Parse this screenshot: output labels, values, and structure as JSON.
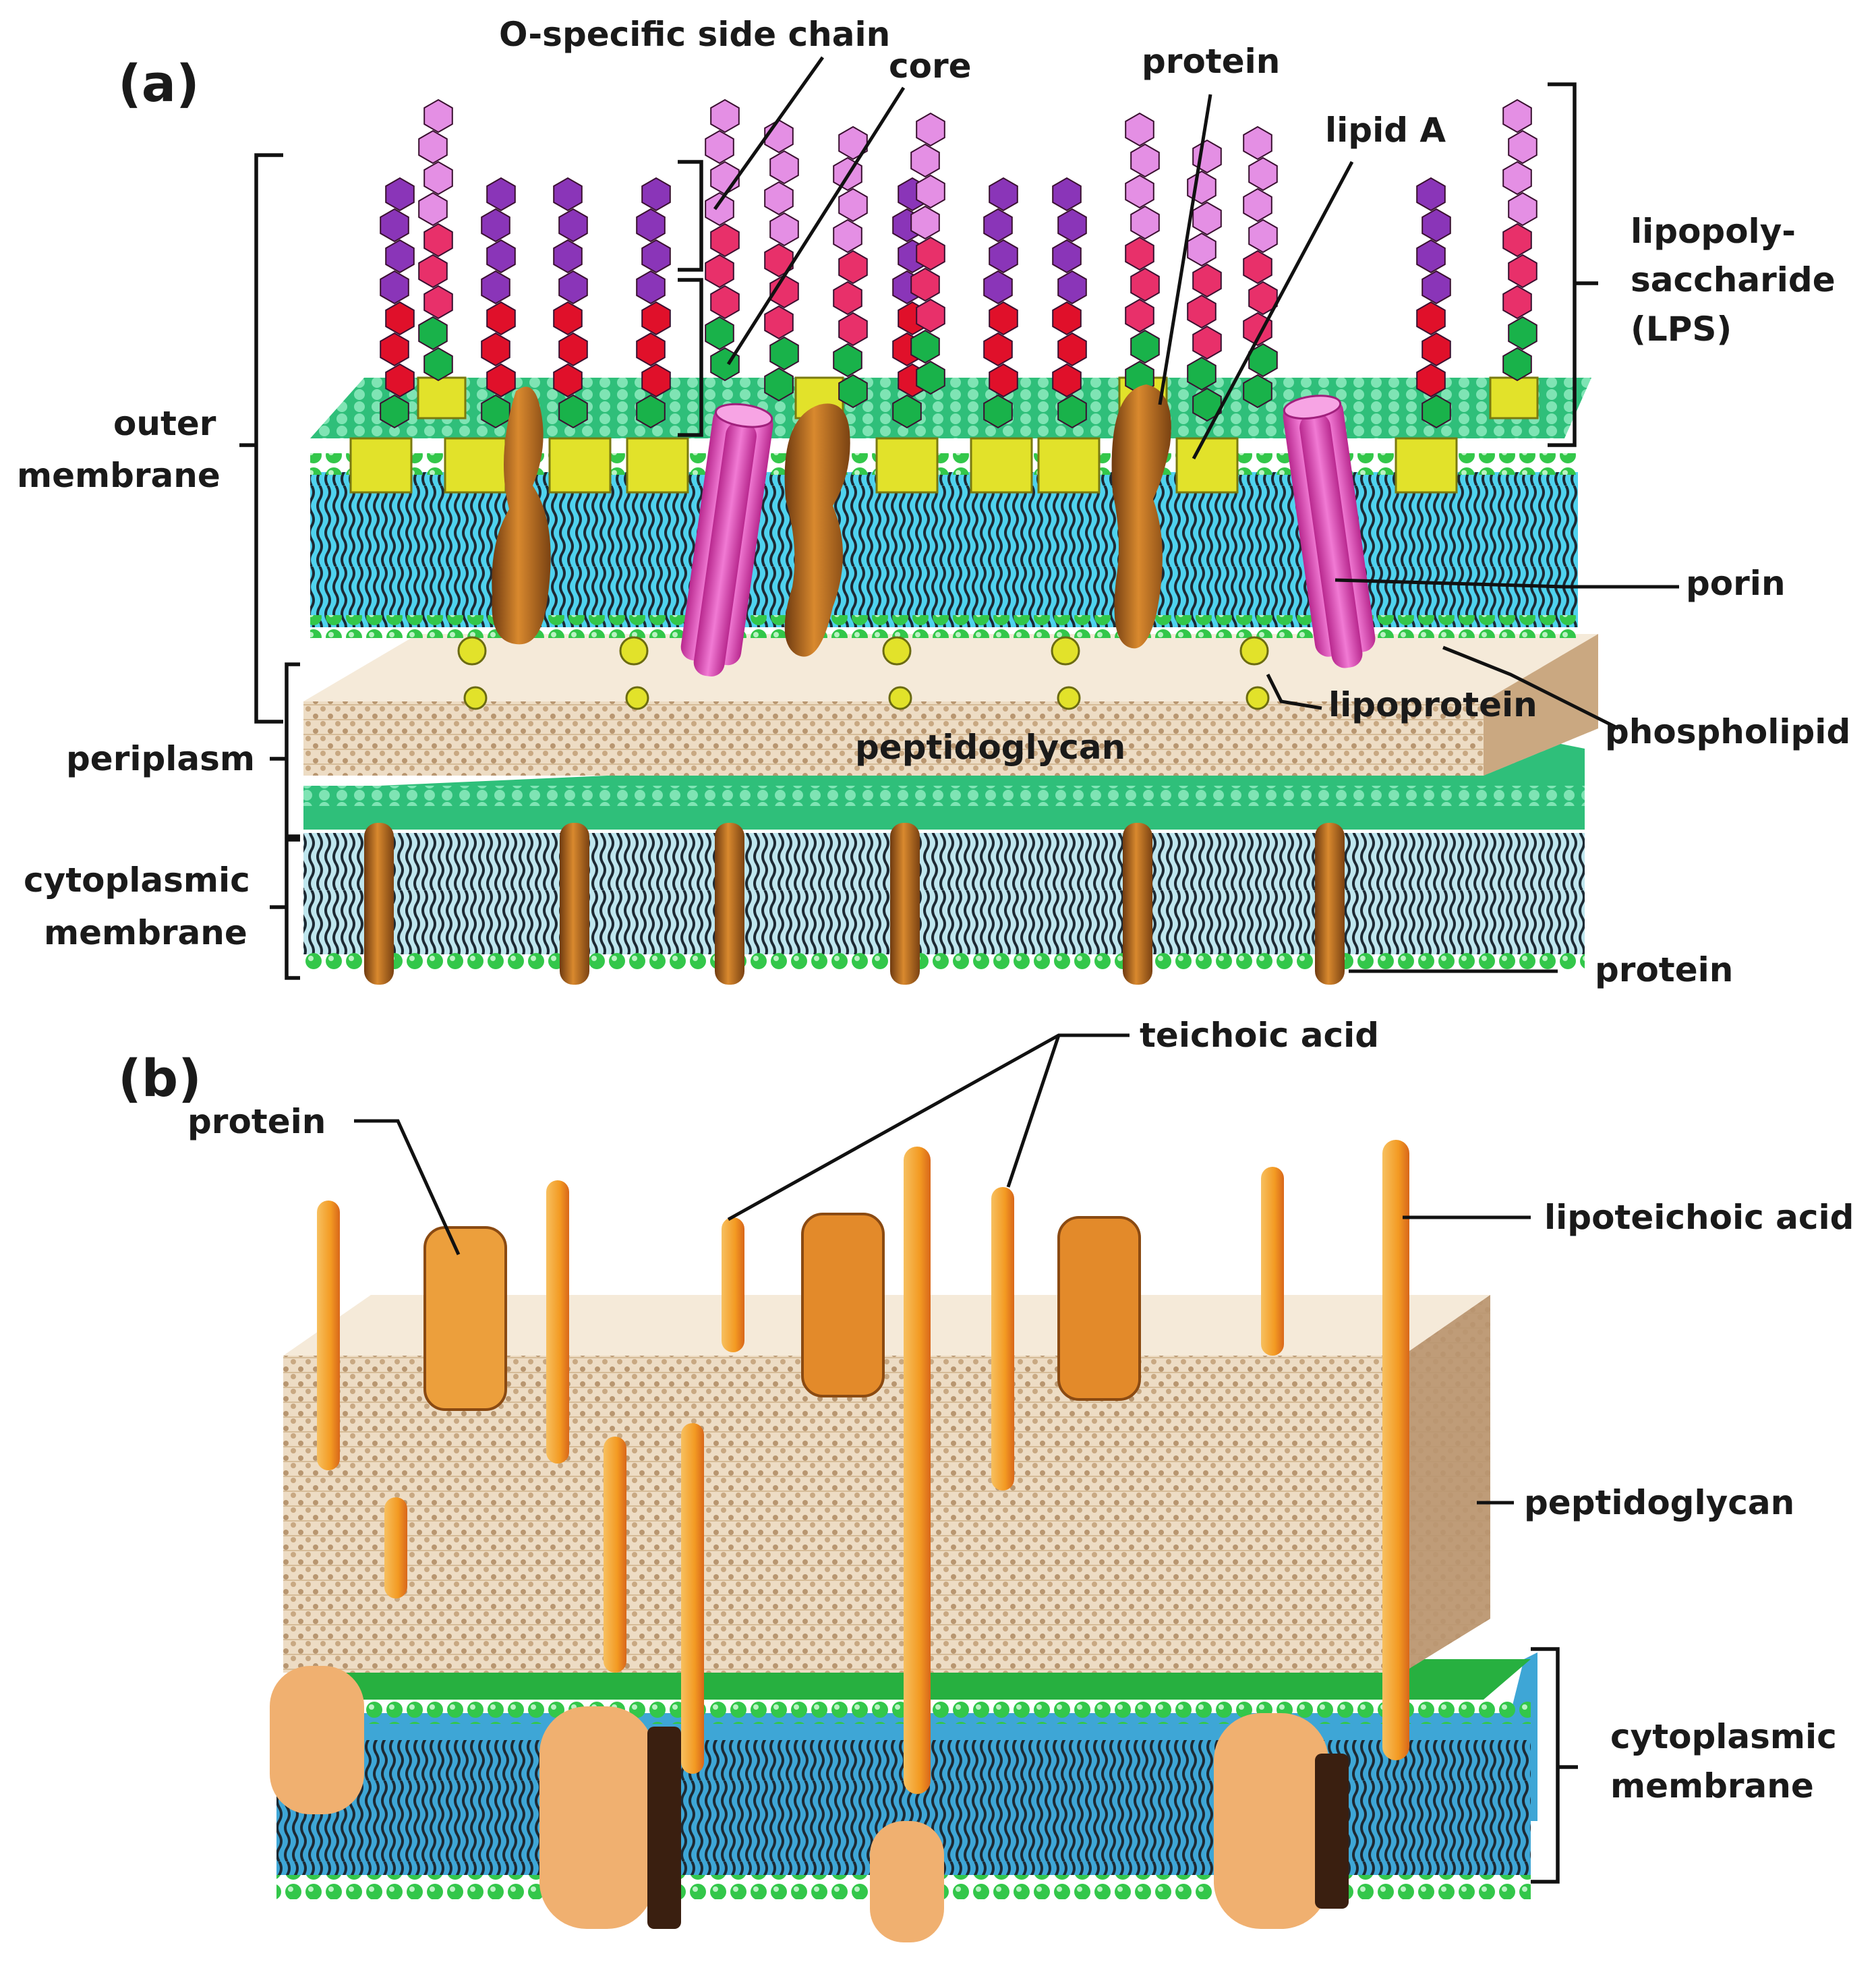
{
  "panels": {
    "a": {
      "label": "(a)",
      "labels": {
        "o_side_chain": "O-specific side chain",
        "core": "core",
        "protein_top": "protein",
        "lipid_a": "lipid A",
        "lps_1": "lipopoly-",
        "lps_2": "saccharide",
        "lps_3": "(LPS)",
        "outer_membrane_1": "outer",
        "outer_membrane_2": "membrane",
        "porin": "porin",
        "lipoprotein": "lipoprotein",
        "phospholipid": "phospholipid",
        "periplasm": "periplasm",
        "peptidoglycan": "peptidoglycan",
        "cytoplasmic_membrane_1": "cytoplasmic",
        "cytoplasmic_membrane_2": "membrane",
        "protein_bottom": "protein"
      }
    },
    "b": {
      "label": "(b)",
      "labels": {
        "teichoic_acid": "teichoic acid",
        "protein": "protein",
        "lipoteichoic_acid": "lipoteichoic acid",
        "peptidoglycan": "peptidoglycan",
        "cytoplasmic_membrane_1": "cytoplasmic",
        "cytoplasmic_membrane_2": "membrane"
      }
    }
  },
  "colors": {
    "lipid_head": "#33c74a",
    "lipid_head_light": "#b9f2c2",
    "membrane_core": "#4fd2ee",
    "membrane_core_b": "#3ea6d6",
    "lipid_tail": "#1d2a34",
    "peptidoglycan": "#e9d3b7",
    "peptidoglycan_dark": "#a88862",
    "lipid_a_square": "#e2e22a",
    "sugar_core_green": "#19b24a",
    "sugar_core_red": "#e0102a",
    "sugar_o_magenta": "#e8306a",
    "sugar_o_purple": "#8a35b8",
    "sugar_o_pink": "#e48fe4",
    "porin": "#ea5fc8",
    "protein_brown": "#b86a22",
    "teichoic_orange": "#f4a12a",
    "protein_tan": "#f0b070"
  }
}
